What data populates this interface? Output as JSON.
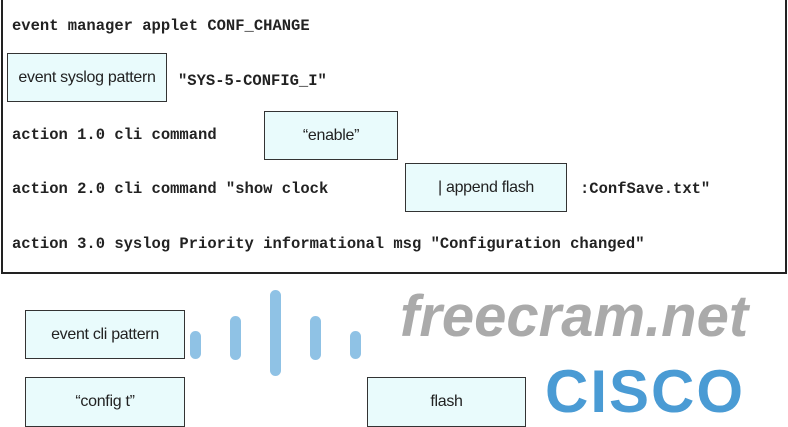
{
  "code_lines": {
    "line1": "event manager applet CONF_CHANGE",
    "line2_rest": "\"SYS-5-CONFIG_I\"",
    "line3_prefix": "action 1.0 cli command",
    "line4_prefix": "action 2.0 cli command \"show clock",
    "line4_suffix": ":ConfSave.txt\"",
    "line5": "action 3.0 syslog Priority informational msg \"Configuration changed\""
  },
  "placed_answers": {
    "slot1": "event syslog pattern",
    "slot2": "“enable”",
    "slot3": "| append flash"
  },
  "remaining_options": [
    "event cli pattern",
    "“config t”",
    "flash"
  ],
  "watermark": "freecram.net",
  "logo_text": "CISCO"
}
